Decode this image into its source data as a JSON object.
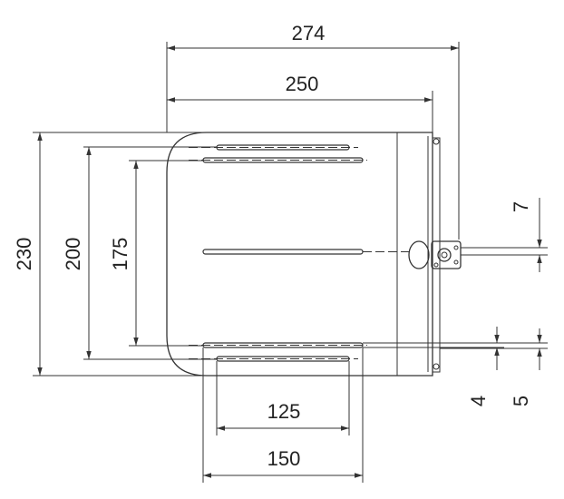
{
  "drawing": {
    "dimensions": {
      "total_width": "274",
      "tray_width": "250",
      "outer_height": "230",
      "slot_span_height": "200",
      "inner_slot_height": "175",
      "offset_top": "7",
      "offset_bottom_a": "4",
      "offset_bottom_b": "5",
      "inner_slot_width": "125",
      "outer_slot_width": "150"
    }
  }
}
